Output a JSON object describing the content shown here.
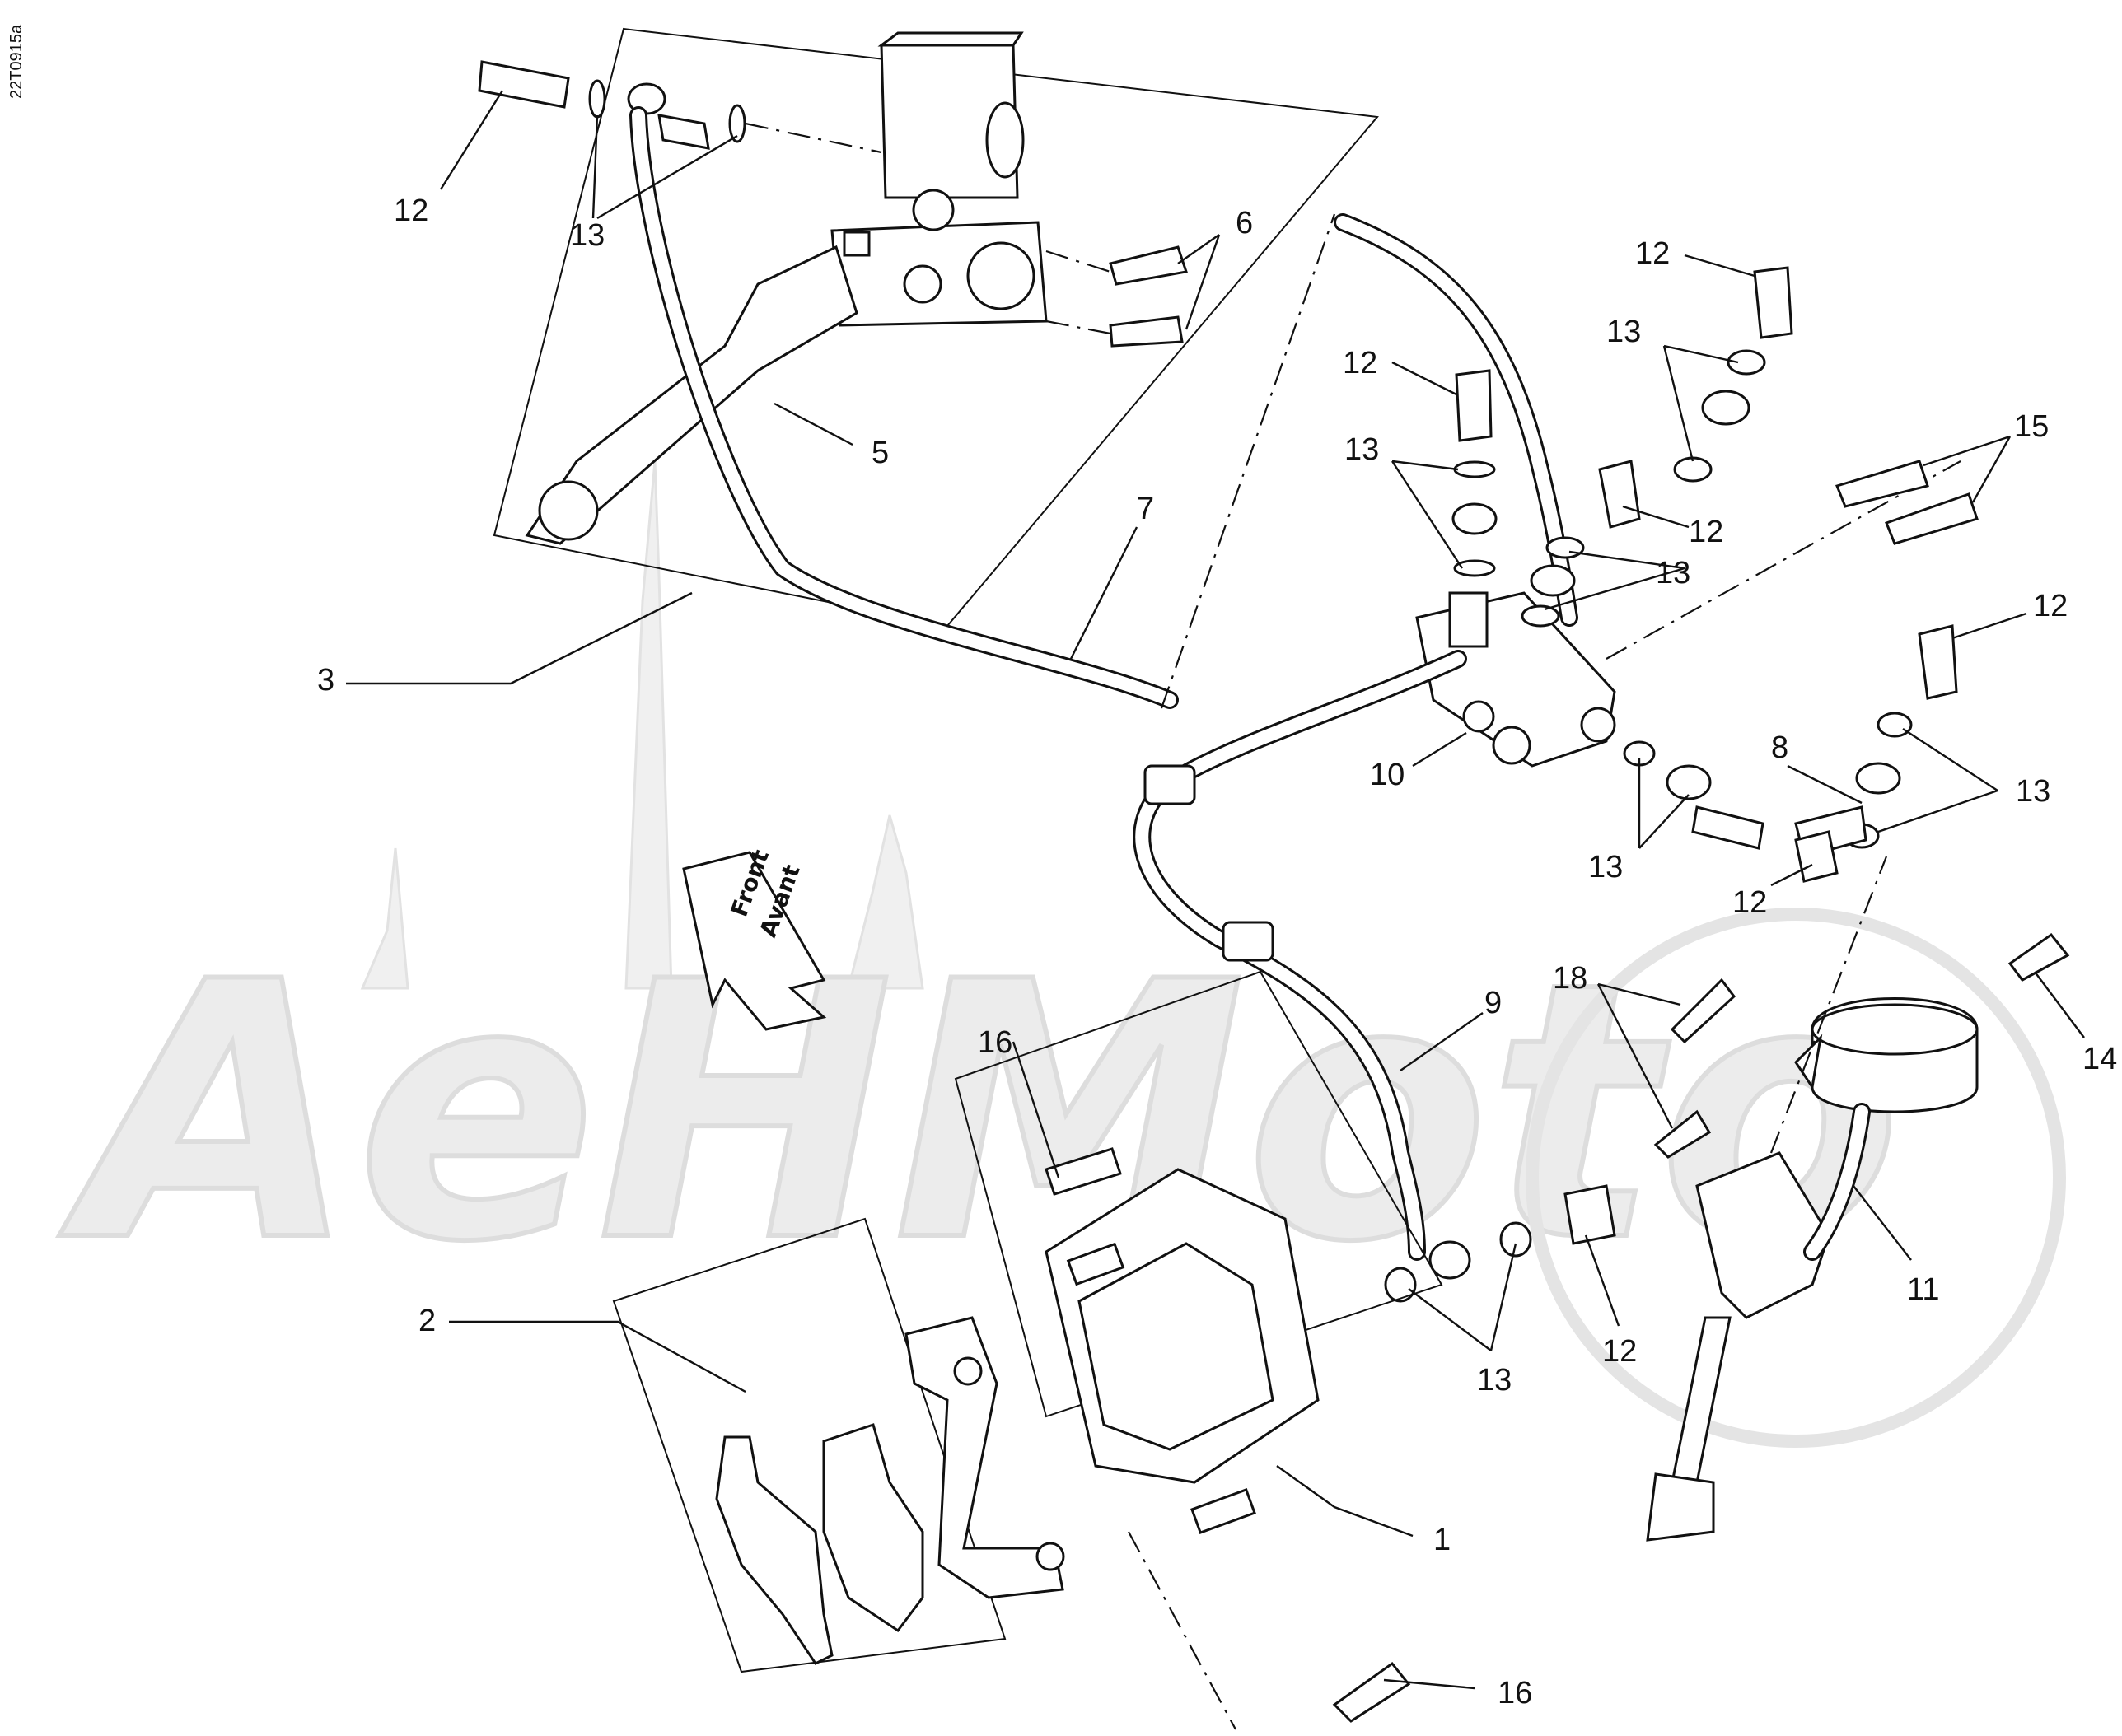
{
  "ref_code": "22T0915a",
  "watermark_text": "AeHMoto",
  "front_arrow": {
    "line1": "Front",
    "line2": "Avant"
  },
  "callouts": [
    {
      "id": "c12a",
      "label": "12"
    },
    {
      "id": "c13a",
      "label": "13"
    },
    {
      "id": "c6",
      "label": "6"
    },
    {
      "id": "c5",
      "label": "5"
    },
    {
      "id": "c7",
      "label": "7"
    },
    {
      "id": "c3",
      "label": "3"
    },
    {
      "id": "c12b",
      "label": "12"
    },
    {
      "id": "c13b",
      "label": "13"
    },
    {
      "id": "c12c",
      "label": "12"
    },
    {
      "id": "c13c",
      "label": "13"
    },
    {
      "id": "c12d",
      "label": "12"
    },
    {
      "id": "c13d",
      "label": "13"
    },
    {
      "id": "c15",
      "label": "15"
    },
    {
      "id": "c12e",
      "label": "12"
    },
    {
      "id": "c10",
      "label": "10"
    },
    {
      "id": "c8",
      "label": "8"
    },
    {
      "id": "c13e",
      "label": "13"
    },
    {
      "id": "c13f",
      "label": "13"
    },
    {
      "id": "c12f",
      "label": "12"
    },
    {
      "id": "c18",
      "label": "18"
    },
    {
      "id": "c14",
      "label": "14"
    },
    {
      "id": "c9",
      "label": "9"
    },
    {
      "id": "c16a",
      "label": "16"
    },
    {
      "id": "c11",
      "label": "11"
    },
    {
      "id": "c2",
      "label": "2"
    },
    {
      "id": "c13g",
      "label": "13"
    },
    {
      "id": "c12g",
      "label": "12"
    },
    {
      "id": "c1",
      "label": "1"
    },
    {
      "id": "c16b",
      "label": "16"
    }
  ]
}
